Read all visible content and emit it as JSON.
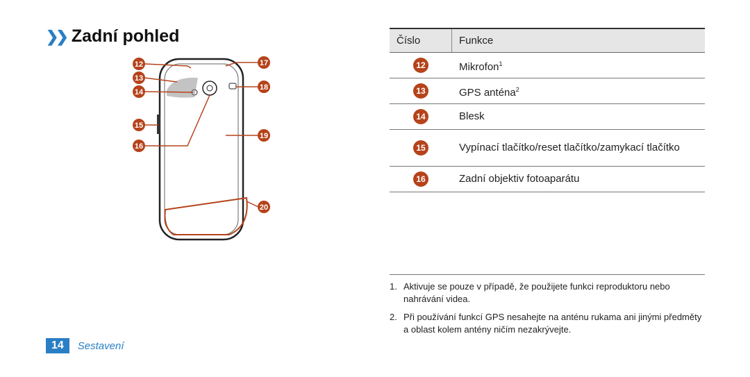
{
  "heading": {
    "chevron": "❯❯",
    "title": "Zadní pohled"
  },
  "table": {
    "col1": "Číslo",
    "col2": "Funkce",
    "rows": [
      {
        "num": "12",
        "label": "Mikrofon",
        "sup": "1"
      },
      {
        "num": "13",
        "label": "GPS anténa",
        "sup": "2"
      },
      {
        "num": "14",
        "label": "Blesk",
        "sup": ""
      },
      {
        "num": "15",
        "label": "Vypínací tlačítko/reset tlačítko/zamykací tlačítko",
        "sup": ""
      },
      {
        "num": "16",
        "label": "Zadní objektiv fotoaparátu",
        "sup": ""
      }
    ]
  },
  "figure": {
    "callouts": [
      "12",
      "13",
      "14",
      "15",
      "16",
      "17",
      "18",
      "19",
      "20"
    ],
    "accent": "#b5431b"
  },
  "footnotes": [
    {
      "n": "1.",
      "text": "Aktivuje se pouze v případě, že použijete funkci reproduktoru nebo nahrávání videa."
    },
    {
      "n": "2.",
      "text": "Při používání funkcí GPS nesahejte na anténu rukama ani jinými předměty a oblast kolem antény ničím nezakrývejte."
    }
  ],
  "footer": {
    "page": "14",
    "section": "Sestavení"
  }
}
